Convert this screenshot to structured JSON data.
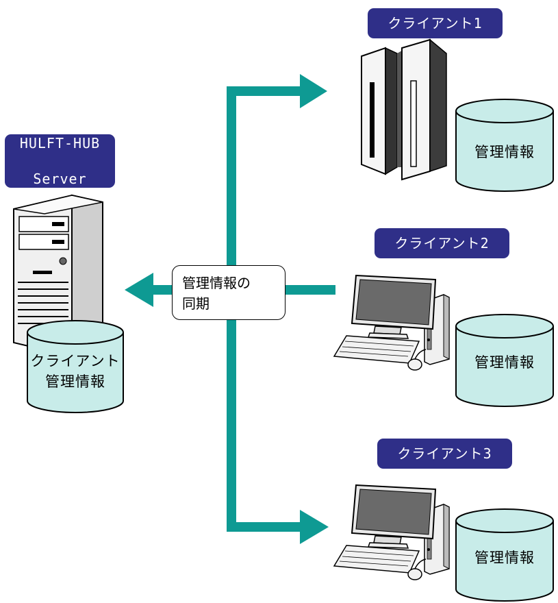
{
  "server": {
    "label_line1": "HULFT-HUB",
    "label_line2": "Server",
    "db_line1": "クライアント",
    "db_line2": "管理情報"
  },
  "sync": {
    "line1": "管理情報の",
    "line2": "同期"
  },
  "clients": [
    {
      "label": "クライアント1",
      "db": "管理情報",
      "device": "mainframe"
    },
    {
      "label": "クライアント2",
      "db": "管理情報",
      "device": "desktop-pc"
    },
    {
      "label": "クライアント3",
      "db": "管理情報",
      "device": "desktop-pc"
    }
  ],
  "colors": {
    "label_bg": "#2f2f88",
    "connector": "#0e9a93",
    "db_fill": "#c8ece9"
  }
}
